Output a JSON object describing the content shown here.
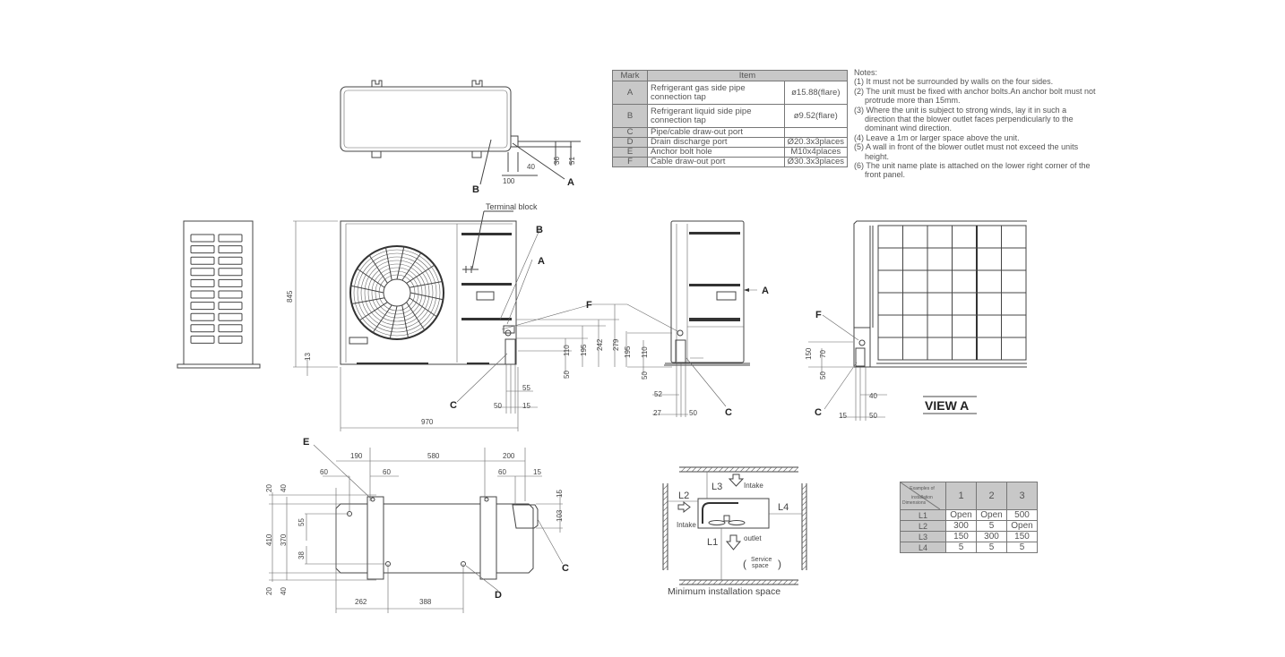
{
  "spec_table": {
    "headers": {
      "mark": "Mark",
      "item": "Item"
    },
    "rows": [
      {
        "mark": "A",
        "item": "Refrigerant gas side pipe connection tap",
        "value": "ø15.88(flare)"
      },
      {
        "mark": "B",
        "item": "Refrigerant liquid side pipe connection tap",
        "value": "ø9.52(flare)"
      },
      {
        "mark": "C",
        "item": "Pipe/cable draw-out port",
        "value": ""
      },
      {
        "mark": "D",
        "item": "Drain discharge port",
        "value": "Ø20.3x3places"
      },
      {
        "mark": "E",
        "item": "Anchor bolt hole",
        "value": "M10x4places"
      },
      {
        "mark": "F",
        "item": "Cable draw-out port",
        "value": "Ø30.3x3places"
      }
    ]
  },
  "notes": {
    "title": "Notes:",
    "items": [
      "(1) It must not be surrounded by walls on the four sides.",
      "(2) The unit must be fixed with anchor bolts.An anchor bolt must not protrude more than 15mm.",
      "(3) Where the unit is subject to strong winds, lay it in such a direction that the blower outlet faces perpendicularly to the dominant wind direction.",
      "(4) Leave a 1m or larger space above the unit.",
      "(5) A wall in front of the blower outlet must not exceed the units height.",
      "(6) The unit name plate is attached on the lower right corner of the front panel."
    ]
  },
  "top_view": {
    "d100": "100",
    "d40": "40",
    "d36": "36",
    "d51": "51",
    "B": "B",
    "A": "A"
  },
  "front_view": {
    "terminal_block": "Terminal block",
    "B": "B",
    "A": "A",
    "F": "F",
    "C": "C",
    "d845": "845",
    "d13": "13",
    "d970": "970",
    "d110": "110",
    "d195": "195",
    "d242": "242",
    "d279": "279",
    "d50v": "50",
    "d55": "55",
    "d50": "50",
    "d15": "15"
  },
  "side_view": {
    "A": "A",
    "C": "C",
    "d195": "195",
    "d110": "110",
    "d50v": "50",
    "d52": "52",
    "d27": "27",
    "d50": "50"
  },
  "view_a": {
    "title": "VIEW A",
    "F": "F",
    "C": "C",
    "d150": "150",
    "d70": "70",
    "d50v": "50",
    "d40": "40",
    "d15": "15",
    "d50": "50"
  },
  "bottom_view": {
    "E": "E",
    "D": "D",
    "C": "C",
    "d190": "190",
    "d580": "580",
    "d200": "200",
    "d60a": "60",
    "d60b": "60",
    "d60c": "60",
    "d15": "15",
    "d20a": "20",
    "d40a": "40",
    "d55": "55",
    "d410": "410",
    "d370": "370",
    "d38": "38",
    "d20b": "20",
    "d40b": "40",
    "d15r": "15",
    "d103": "103",
    "d262": "262",
    "d388": "388"
  },
  "install_diagram": {
    "title": "Minimum installation space",
    "L1": "L1",
    "L2": "L2",
    "L3": "L3",
    "L4": "L4",
    "intake_top": "Intake",
    "intake_left": "Intake",
    "outlet": "outlet",
    "service1": "Service",
    "service2": "space"
  },
  "install_table": {
    "corner_top": "Examples of installation",
    "corner_bottom": "Dimensions",
    "columns": [
      "1",
      "2",
      "3"
    ],
    "rows": [
      {
        "label": "L1",
        "values": [
          "Open",
          "Open",
          "500"
        ]
      },
      {
        "label": "L2",
        "values": [
          "300",
          "5",
          "Open"
        ]
      },
      {
        "label": "L3",
        "values": [
          "150",
          "300",
          "150"
        ]
      },
      {
        "label": "L4",
        "values": [
          "5",
          "5",
          "5"
        ]
      }
    ]
  }
}
